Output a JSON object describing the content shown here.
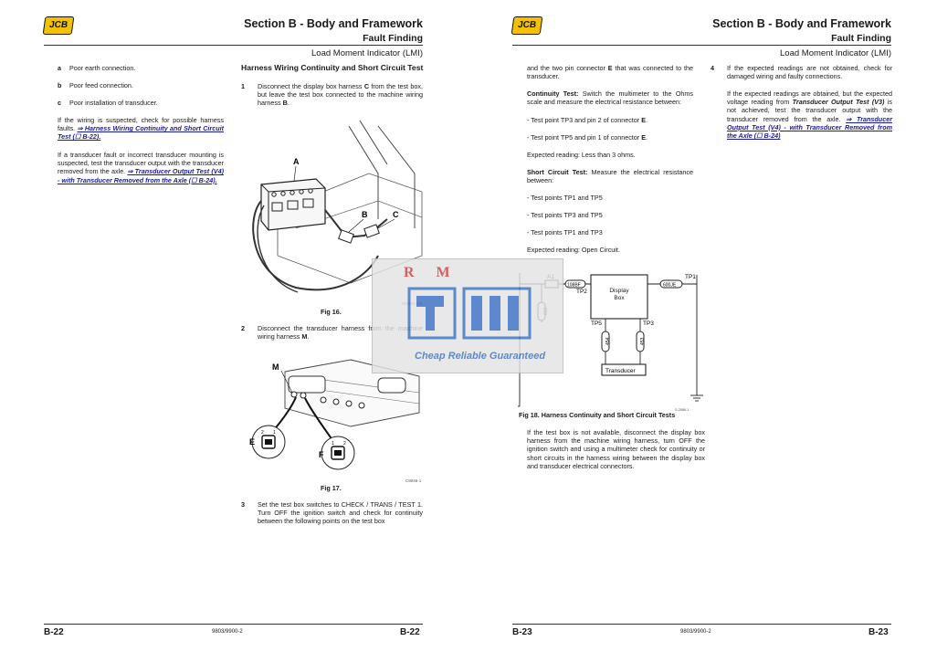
{
  "brand": "JCB",
  "left_page": {
    "section_title": "Section B - Body and Framework",
    "subsection_title": "Fault Finding",
    "section_label": "Load Moment Indicator (LMI)",
    "list": [
      {
        "letter": "a",
        "text": "Poor earth connection."
      },
      {
        "letter": "b",
        "text": "Poor feed connection."
      },
      {
        "letter": "c",
        "text": "Poor installation of transducer."
      }
    ],
    "para1": "If the wiring is suspected, check for possible harness faults.",
    "para1_link": "⇒ Harness Wiring Continuity and Short Circuit Test (☐ B-22).",
    "para2": "If a transducer fault or incorrect transducer mounting is suspected, test the transducer output with the transducer removed from the axle.",
    "para2_link": "⇒ Transducer Output Test (V4) - with Transducer Removed from the Axle (☐ B-24).",
    "heading": "Harness Wiring Continuity and Short Circuit Test",
    "step1_num": "1",
    "step1_a": "Disconnect the display box harness ",
    "step1_b": "C",
    "step1_c": " from the test box, but leave the test box connected to the machine wiring harness ",
    "step1_d": "B",
    "step1_e": ".",
    "fig16_caption": "Fig 16.",
    "fig16_labels": {
      "a": "A",
      "b": "B",
      "c": "C"
    },
    "fig16_code": "RW166-C2",
    "step2_num": "2",
    "step2_a": "Disconnect the transducer harness from the machine wiring harness ",
    "step2_b": "M",
    "step2_c": ".",
    "fig17_caption": "Fig 17.",
    "fig17_labels": {
      "m": "M",
      "e": "E",
      "f": "F",
      "p1": "1",
      "p2": "2"
    },
    "fig17_code": "C9046-1",
    "step3_num": "3",
    "step3_text": "Set the test box switches to CHECK / TRANS / TEST 1. Turn OFF the ignition switch and check for continuity between the following points on the test box",
    "footer_page": "B-22",
    "footer_doc": "9803/9900-2"
  },
  "right_page": {
    "section_title": "Section B - Body and Framework",
    "subsection_title": "Fault Finding",
    "section_label": "Load Moment Indicator (LMI)",
    "cont_a": "and the two pin connector ",
    "cont_b": "E",
    "cont_c": " that was connected to the transducer.",
    "continuity_head": "Continuity Test:",
    "continuity_text": " Switch the multimeter to the Ohms scale and measure the electrical resistance between:",
    "ct1_a": "- Test point TP3 and pin 2 of connector ",
    "ct1_b": "E",
    "ct1_c": ".",
    "ct2_a": "- Test point TP5 and pin 1 of connector ",
    "ct2_b": "E",
    "ct2_c": ".",
    "ct_expected": "Expected reading: Less than 3 ohms.",
    "short_head": "Short Circuit Test:",
    "short_text": " Measure the electrical resistance between:",
    "sc1": "- Test points TP1 and TP5",
    "sc2": "- Test points TP3 and TP5",
    "sc3": "- Test points TP1 and TP3",
    "sc_expected": "Expected reading: Open Circuit.",
    "fig18_caption": "Fig 18. Harness Continuity and Short Circuit Tests",
    "fig18_labels": {
      "a1": "A1",
      "tp1": "TP1",
      "tp2": "TP2",
      "tp3": "TP3",
      "tp5": "TP5",
      "display_box": "Display Box",
      "transducer": "Transducer",
      "w1": "108BF",
      "w2": "600JE",
      "w3": "012",
      "w4": "454",
      "w5": "453"
    },
    "fig18_code": "S-2586-1",
    "para_after": "If the test box is not available, disconnect the display box harness from the machine wiring harness, turn OFF the ignition switch and using a multimeter check for continuity or short circuits in the harness wiring between the display box and transducer electrical connectors.",
    "step4_num": "4",
    "step4_p1": "If the expected readings are not obtained, check for damaged wiring and faulty connections.",
    "step4_p2a": "If the expected readings are obtained, but the expected voltage reading from ",
    "step4_p2_ref": "Transducer Output Test (V3)",
    "step4_p2b": " is not achieved, test the transducer output with the transducer removed from the axle.",
    "step4_link": "⇒ Transducer Output Test (V4) - with Transducer Removed from the Axle (☐ B-24)",
    "footer_page": "B-23",
    "footer_doc": "9803/9900-2"
  },
  "watermark": {
    "brand": "R M",
    "tagline": "Cheap Reliable Guaranteed"
  },
  "colors": {
    "logo_yellow": "#f2c200",
    "link_blue": "#1a1aa0",
    "watermark_blue": "#3a6fc4",
    "watermark_red": "#d23a3a"
  }
}
